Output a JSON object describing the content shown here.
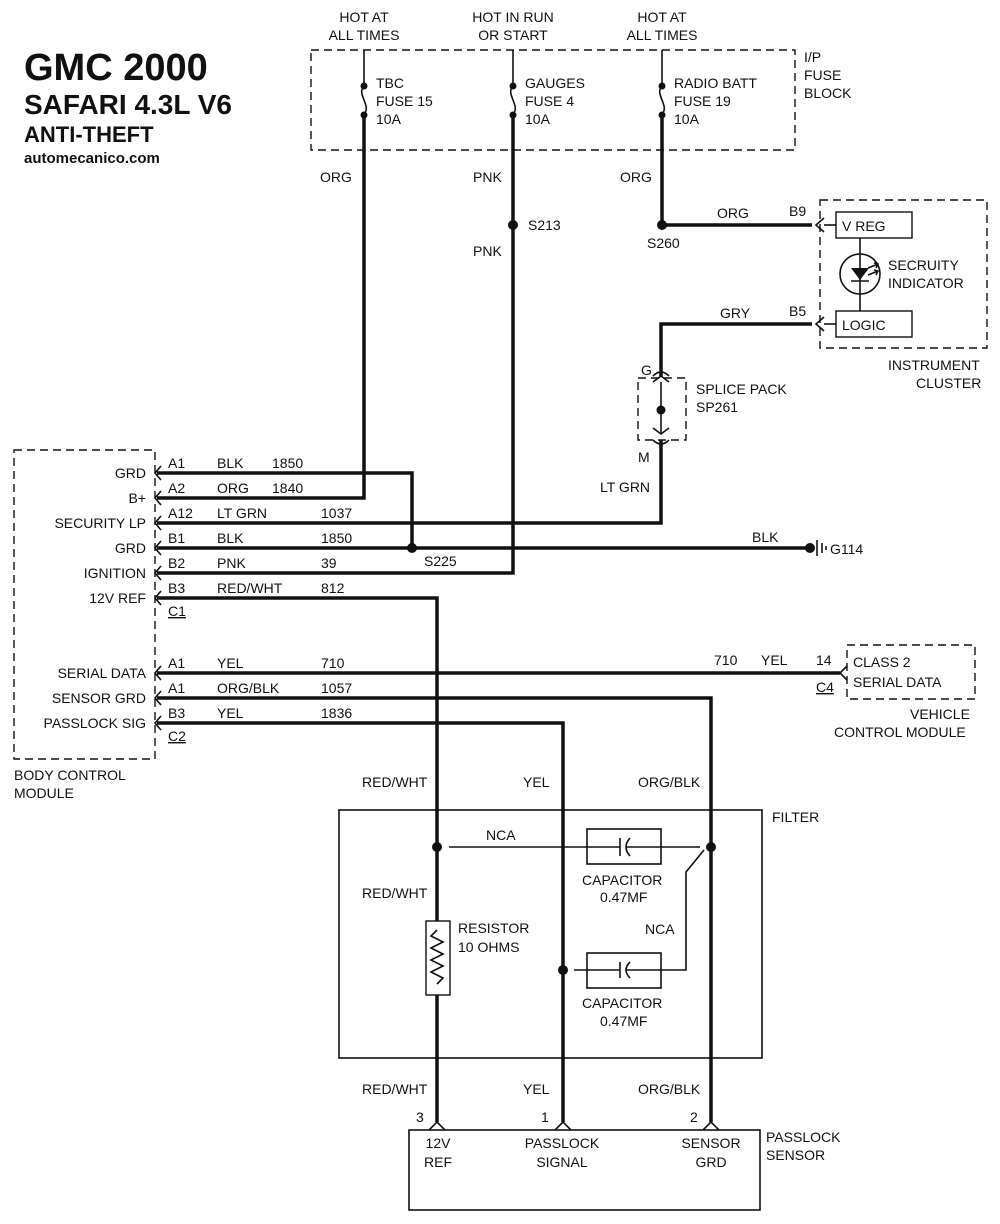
{
  "title": {
    "line1": "GMC 2000",
    "line2": "SAFARI 4.3L V6",
    "line3": "ANTI-THEFT",
    "site": "automecanico.com"
  },
  "fuse_block": {
    "label": [
      "I/P",
      "FUSE",
      "BLOCK"
    ],
    "fuses": [
      {
        "hot": [
          "HOT AT",
          "ALL TIMES"
        ],
        "name": [
          "TBC",
          "FUSE 15",
          "10A"
        ],
        "wire": "ORG"
      },
      {
        "hot": [
          "HOT IN RUN",
          "OR START"
        ],
        "name": [
          "GAUGES",
          "FUSE 4",
          "10A"
        ],
        "wire": "PNK"
      },
      {
        "hot": [
          "HOT AT",
          "ALL TIMES"
        ],
        "name": [
          "RADIO BATT",
          "FUSE 19",
          "10A"
        ],
        "wire": "ORG"
      }
    ]
  },
  "splices": {
    "s213": "S213",
    "s213_wire_below": "PNK",
    "s260": "S260",
    "s225": "S225",
    "g114": "G114",
    "g114_wire": "BLK"
  },
  "instrument_cluster": {
    "label": [
      "INSTRUMENT",
      "CLUSTER"
    ],
    "vreg": "V REG",
    "logic": "LOGIC",
    "indicator": [
      "SECRUITY",
      "INDICATOR"
    ],
    "b9": "B9",
    "b9_wire": "ORG",
    "b5": "B5",
    "b5_wire": "GRY"
  },
  "splice_pack": {
    "label": [
      "SPLICE PACK",
      "SP261"
    ],
    "g": "G",
    "m": "M",
    "wire_below": "LT GRN"
  },
  "bcm": {
    "label": [
      "BODY CONTROL",
      "MODULE"
    ],
    "pins": [
      {
        "name": "GRD",
        "pin": "A1",
        "color": "BLK",
        "circuit": "1850"
      },
      {
        "name": "B+",
        "pin": "A2",
        "color": "ORG",
        "circuit": "1840"
      },
      {
        "name": "SECURITY LP",
        "pin": "A12",
        "color": "LT GRN",
        "circuit": "1037"
      },
      {
        "name": "GRD",
        "pin": "B1",
        "color": "BLK",
        "circuit": "1850"
      },
      {
        "name": "IGNITION",
        "pin": "B2",
        "color": "PNK",
        "circuit": "39"
      },
      {
        "name": "12V REF",
        "pin": "B3",
        "color": "RED/WHT",
        "circuit": "812"
      },
      {
        "name": "SERIAL DATA",
        "pin": "A1",
        "color": "YEL",
        "circuit": "710"
      },
      {
        "name": "SENSOR GRD",
        "pin": "A1",
        "color": "ORG/BLK",
        "circuit": "1057"
      },
      {
        "name": "PASSLOCK SIG",
        "pin": "B3",
        "color": "YEL",
        "circuit": "1836"
      }
    ],
    "connectors": [
      "C1",
      "C2"
    ]
  },
  "vcm": {
    "label": [
      "VEHICLE",
      "CONTROL MODULE"
    ],
    "box": [
      "CLASS 2",
      "SERIAL DATA"
    ],
    "pin": "14",
    "connector": "C4",
    "circuit": "710",
    "color": "YEL"
  },
  "filter": {
    "label": "FILTER",
    "nca1": "NCA",
    "nca2": "NCA",
    "capacitor1": [
      "CAPACITOR",
      "0.47MF"
    ],
    "capacitor2": [
      "CAPACITOR",
      "0.47MF"
    ],
    "resistor": [
      "RESISTOR",
      "10 OHMS"
    ],
    "wire_left_mid": "RED/WHT",
    "wires_top": [
      "RED/WHT",
      "YEL",
      "ORG/BLK"
    ],
    "wires_bottom": [
      "RED/WHT",
      "YEL",
      "ORG/BLK"
    ]
  },
  "passlock": {
    "label": [
      "PASSLOCK",
      "SENSOR"
    ],
    "pins": [
      {
        "num": "3",
        "name": [
          "12V",
          "REF"
        ]
      },
      {
        "num": "1",
        "name": [
          "PASSLOCK",
          "SIGNAL"
        ]
      },
      {
        "num": "2",
        "name": [
          "SENSOR",
          "GRD"
        ]
      }
    ]
  }
}
